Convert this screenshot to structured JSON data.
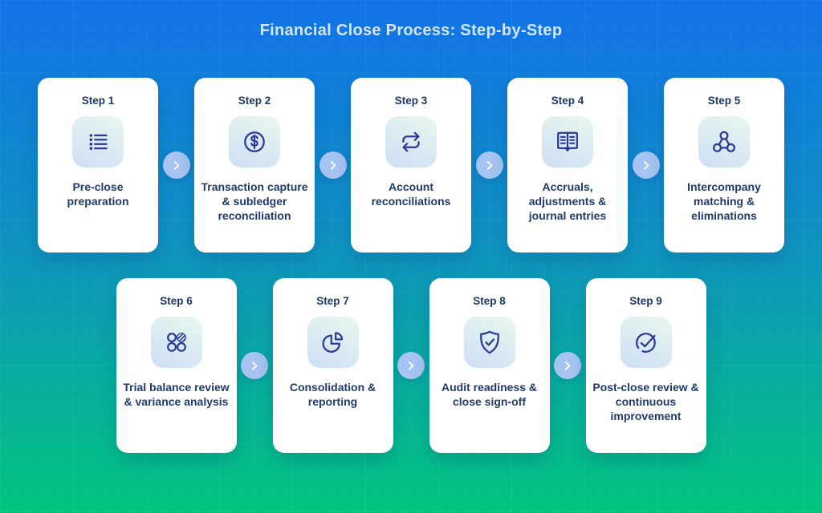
{
  "title": "Financial Close Process: Step-by-Step",
  "colors": {
    "background_top": "#1272e8",
    "background_middle": "#0f93c0",
    "background_bottom": "#01c57d",
    "card_background": "#ffffff",
    "step_text_navy": "#1e3a6e",
    "icon_stroke": "#2b3a94",
    "icon_tile_gradient_start": "#e9f8ee",
    "icon_tile_gradient_end": "#cddef6",
    "arrow_circle": "#a6c4f1",
    "title_text": "#d6e5f9"
  },
  "steps": [
    {
      "label": "Step 1",
      "icon": "list-icon",
      "description": "Pre-close preparation"
    },
    {
      "label": "Step 2",
      "icon": "dollar-circle-icon",
      "description": "Transaction capture & subledger reconciliation"
    },
    {
      "label": "Step 3",
      "icon": "swap-arrows-icon",
      "description": "Account reconciliations"
    },
    {
      "label": "Step 4",
      "icon": "open-book-icon",
      "description": "Accruals, adjustments & journal entries"
    },
    {
      "label": "Step 5",
      "icon": "network-nodes-icon",
      "description": "Intercompany matching & eliminations"
    },
    {
      "label": "Step 6",
      "icon": "circles-grid-icon",
      "description": "Trial balance review & variance analysis"
    },
    {
      "label": "Step 7",
      "icon": "pie-chart-icon",
      "description": "Consolidation & reporting"
    },
    {
      "label": "Step 8",
      "icon": "shield-check-icon",
      "description": "Audit readiness & close sign-off"
    },
    {
      "label": "Step 9",
      "icon": "circle-check-icon",
      "description": "Post-close review & continuous improvement"
    }
  ]
}
